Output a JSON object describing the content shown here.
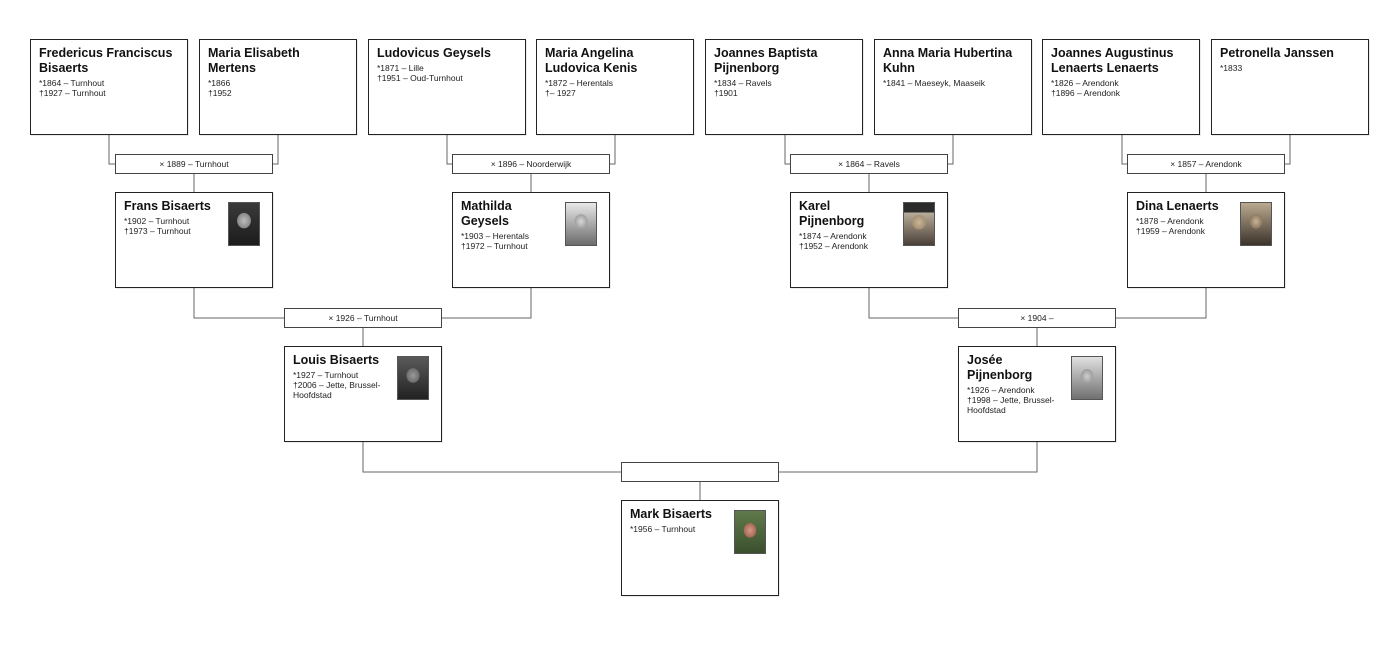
{
  "persons": {
    "g1": {
      "name": "Fredericus Franciscus Bisaerts",
      "born": "*1864 – Turnhout",
      "died": "†1927 – Turnhout"
    },
    "g2": {
      "name": "Maria Elisabeth Mertens",
      "born": "*1866",
      "died": "†1952"
    },
    "g3": {
      "name": "Ludovicus Geysels",
      "born": "*1871 – Lille",
      "died": "†1951 – Oud-Turnhout"
    },
    "g4": {
      "name": "Maria Angelina Ludovica Kenis",
      "born": "*1872 – Herentals",
      "died": "†– 1927"
    },
    "g5": {
      "name": "Joannes Baptista Pijnenborg",
      "born": "*1834 – Ravels",
      "died": "†1901"
    },
    "g6": {
      "name": "Anna Maria Hubertina Kuhn",
      "born": "*1841 – Maeseyk, Maaseik",
      "died": ""
    },
    "g7": {
      "name": "Joannes Augustinus Lenaerts Lenaerts",
      "born": "*1826 – Arendonk",
      "died": "†1896 – Arendonk"
    },
    "g8": {
      "name": "Petronella Janssen",
      "born": "*1833",
      "died": ""
    },
    "p1": {
      "name": "Frans Bisaerts",
      "born": "*1902 – Turnhout",
      "died": "†1973 – Turnhout"
    },
    "p2": {
      "name": "Mathilda Geysels",
      "born": "*1903 – Herentals",
      "died": "†1972 – Turnhout"
    },
    "p3": {
      "name": "Karel Pijnenborg",
      "born": "*1874 – Arendonk",
      "died": "†1952 – Arendonk"
    },
    "p4": {
      "name": "Dina Lenaerts",
      "born": "*1878 – Arendonk",
      "died": "†1959 – Arendonk"
    },
    "f1": {
      "name": "Louis Bisaerts",
      "born": "*1927 – Turnhout",
      "died": "†2006 – Jette, Brussel-Hoofdstad"
    },
    "m1": {
      "name": "Josée Pijnenborg",
      "born": "*1926 – Arendonk",
      "died": "†1998 – Jette, Brussel-Hoofdstad"
    },
    "s1": {
      "name": "Mark Bisaerts",
      "born": "*1956 – Turnhout",
      "died": ""
    }
  },
  "marriages": {
    "m_g12": "× 1889 – Turnhout",
    "m_g34": "× 1896 – Noorderwijk",
    "m_g56": "× 1864 – Ravels",
    "m_g78": "× 1857 – Arendonk",
    "m_p12": "× 1926 – Turnhout",
    "m_p34": "× 1904 –",
    "m_parents": ""
  },
  "colors": {
    "line": "#555555",
    "border": "#222222"
  }
}
